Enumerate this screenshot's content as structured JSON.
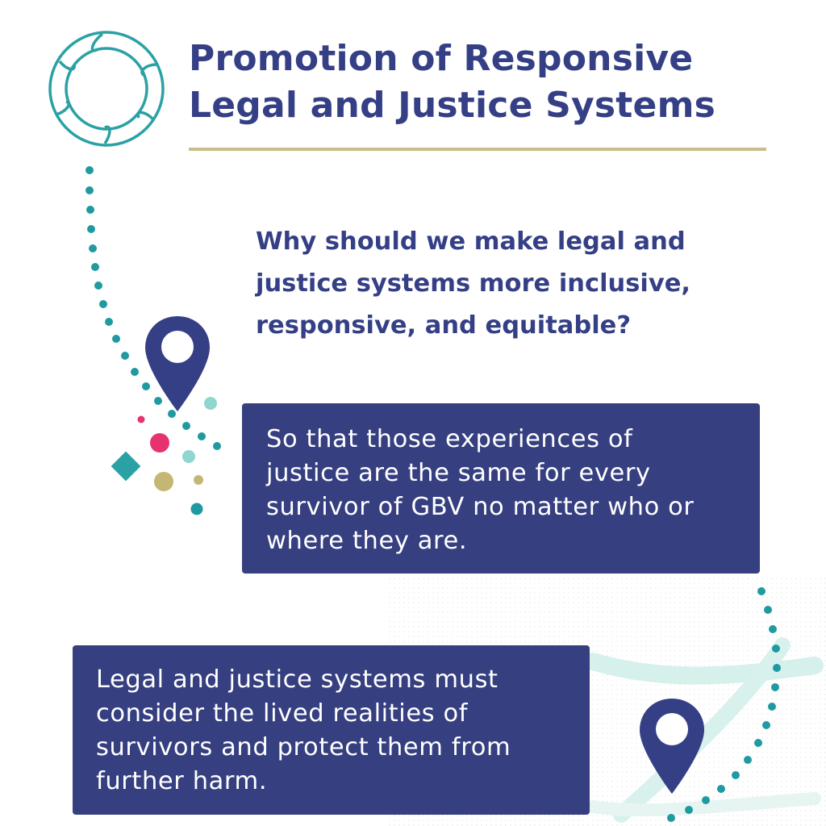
{
  "title": {
    "line1": "Promotion of Responsive",
    "line2": "Legal and Justice Systems"
  },
  "question": {
    "line1": "Why should we make legal and",
    "line2": "justice systems more inclusive,",
    "line3": "responsive, and equitable?"
  },
  "answer_box_1": {
    "line1": "So that those experiences of",
    "line2": "justice are the same for every",
    "line3": "survivor of GBV no matter who or",
    "line4": "where they are."
  },
  "answer_box_2": {
    "line1": "Legal and justice systems must",
    "line2": "consider the lived realities of",
    "line3": "survivors and protect them from",
    "line4": "further harm."
  },
  "icons": {
    "logo": "circular-arrows-logo-icon",
    "pin": "map-pin-icon"
  },
  "colors": {
    "navy": "#353f85",
    "box": "#363f80",
    "teal": "#2aa1a4",
    "light_teal": "#8fd6cf",
    "pink": "#e6336f",
    "olive": "#c4b774",
    "rule": "#c7bf8a"
  }
}
